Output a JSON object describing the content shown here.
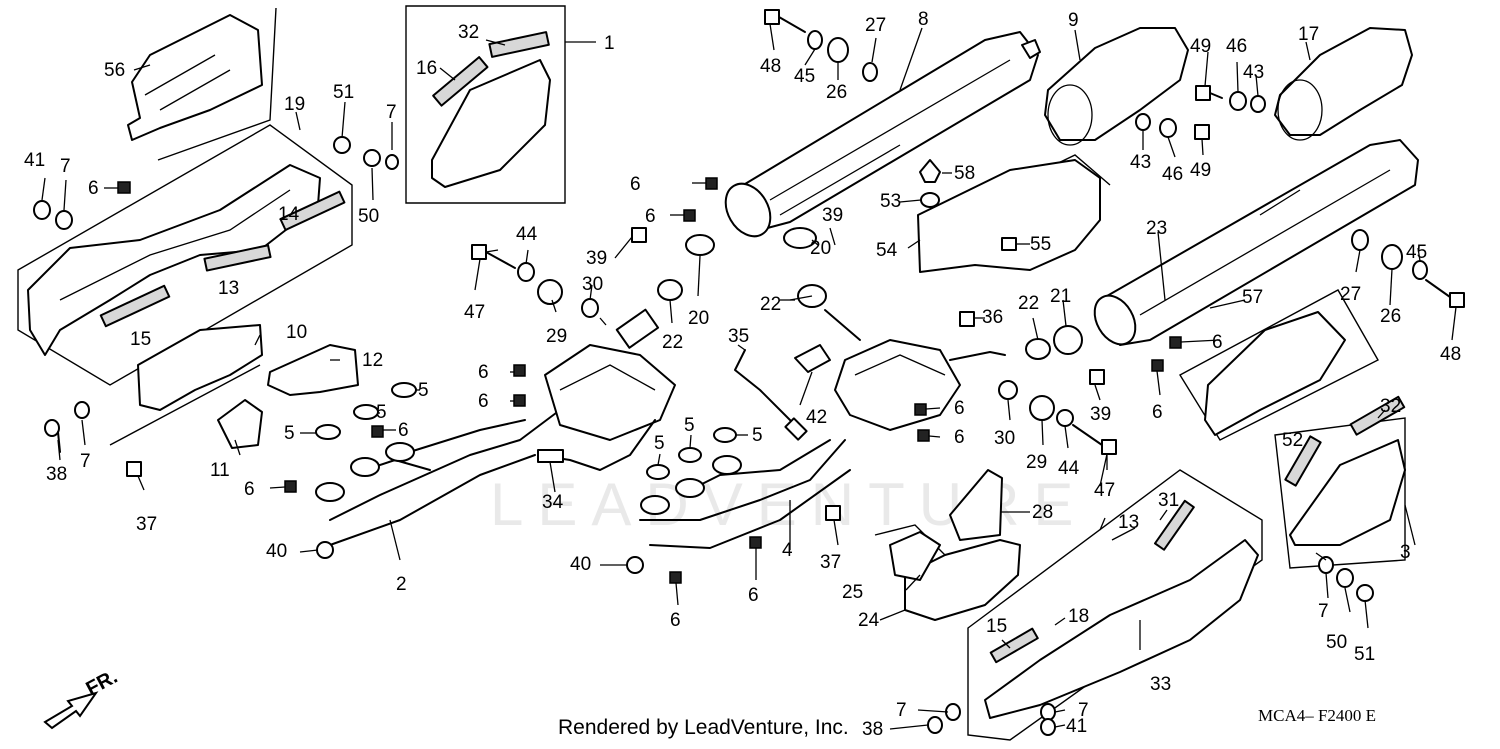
{
  "watermark": "LEADVENTURE",
  "footer": {
    "credit": "Rendered by LeadVenture, Inc.",
    "code": "MCA4–  F2400 E",
    "direction": "FR."
  },
  "callouts": [
    {
      "id": "c1",
      "label": "1"
    },
    {
      "id": "c2",
      "label": "2"
    },
    {
      "id": "c3",
      "label": "3"
    },
    {
      "id": "c4",
      "label": "4"
    },
    {
      "id": "c5a",
      "label": "5"
    },
    {
      "id": "c5b",
      "label": "5"
    },
    {
      "id": "c5c",
      "label": "5"
    },
    {
      "id": "c5d",
      "label": "5"
    },
    {
      "id": "c5e",
      "label": "5"
    },
    {
      "id": "c5f",
      "label": "5"
    },
    {
      "id": "c6a",
      "label": "6"
    },
    {
      "id": "c6b",
      "label": "6"
    },
    {
      "id": "c6c",
      "label": "6"
    },
    {
      "id": "c6d",
      "label": "6"
    },
    {
      "id": "c6e",
      "label": "6"
    },
    {
      "id": "c6f",
      "label": "6"
    },
    {
      "id": "c6g",
      "label": "6"
    },
    {
      "id": "c6h",
      "label": "6"
    },
    {
      "id": "c6i",
      "label": "6"
    },
    {
      "id": "c6j",
      "label": "6"
    },
    {
      "id": "c6k",
      "label": "6"
    },
    {
      "id": "c6l",
      "label": "6"
    },
    {
      "id": "c6m",
      "label": "6"
    },
    {
      "id": "c7a",
      "label": "7"
    },
    {
      "id": "c7b",
      "label": "7"
    },
    {
      "id": "c7c",
      "label": "7"
    },
    {
      "id": "c7d",
      "label": "7"
    },
    {
      "id": "c7e",
      "label": "7"
    },
    {
      "id": "c7f",
      "label": "7"
    },
    {
      "id": "c8",
      "label": "8"
    },
    {
      "id": "c9",
      "label": "9"
    },
    {
      "id": "c10",
      "label": "10"
    },
    {
      "id": "c11",
      "label": "11"
    },
    {
      "id": "c12",
      "label": "12"
    },
    {
      "id": "c13a",
      "label": "13"
    },
    {
      "id": "c13b",
      "label": "13"
    },
    {
      "id": "c14",
      "label": "14"
    },
    {
      "id": "c15a",
      "label": "15"
    },
    {
      "id": "c15b",
      "label": "15"
    },
    {
      "id": "c16",
      "label": "16"
    },
    {
      "id": "c17",
      "label": "17"
    },
    {
      "id": "c18",
      "label": "18"
    },
    {
      "id": "c19",
      "label": "19"
    },
    {
      "id": "c20a",
      "label": "20"
    },
    {
      "id": "c20b",
      "label": "20"
    },
    {
      "id": "c21",
      "label": "21"
    },
    {
      "id": "c22a",
      "label": "22"
    },
    {
      "id": "c22b",
      "label": "22"
    },
    {
      "id": "c22c",
      "label": "22"
    },
    {
      "id": "c23",
      "label": "23"
    },
    {
      "id": "c24",
      "label": "24"
    },
    {
      "id": "c25",
      "label": "25"
    },
    {
      "id": "c26a",
      "label": "26"
    },
    {
      "id": "c26b",
      "label": "26"
    },
    {
      "id": "c27a",
      "label": "27"
    },
    {
      "id": "c27b",
      "label": "27"
    },
    {
      "id": "c28",
      "label": "28"
    },
    {
      "id": "c29a",
      "label": "29"
    },
    {
      "id": "c29b",
      "label": "29"
    },
    {
      "id": "c30a",
      "label": "30"
    },
    {
      "id": "c30b",
      "label": "30"
    },
    {
      "id": "c31",
      "label": "31"
    },
    {
      "id": "c32a",
      "label": "32"
    },
    {
      "id": "c32b",
      "label": "32"
    },
    {
      "id": "c33",
      "label": "33"
    },
    {
      "id": "c34",
      "label": "34"
    },
    {
      "id": "c35",
      "label": "35"
    },
    {
      "id": "c36",
      "label": "36"
    },
    {
      "id": "c37a",
      "label": "37"
    },
    {
      "id": "c37b",
      "label": "37"
    },
    {
      "id": "c38a",
      "label": "38"
    },
    {
      "id": "c38b",
      "label": "38"
    },
    {
      "id": "c39a",
      "label": "39"
    },
    {
      "id": "c39b",
      "label": "39"
    },
    {
      "id": "c39c",
      "label": "39"
    },
    {
      "id": "c40a",
      "label": "40"
    },
    {
      "id": "c40b",
      "label": "40"
    },
    {
      "id": "c41a",
      "label": "41"
    },
    {
      "id": "c41b",
      "label": "41"
    },
    {
      "id": "c42",
      "label": "42"
    },
    {
      "id": "c43a",
      "label": "43"
    },
    {
      "id": "c43b",
      "label": "43"
    },
    {
      "id": "c44a",
      "label": "44"
    },
    {
      "id": "c44b",
      "label": "44"
    },
    {
      "id": "c45a",
      "label": "45"
    },
    {
      "id": "c45b",
      "label": "45"
    },
    {
      "id": "c46a",
      "label": "46"
    },
    {
      "id": "c46b",
      "label": "46"
    },
    {
      "id": "c47a",
      "label": "47"
    },
    {
      "id": "c47b",
      "label": "47"
    },
    {
      "id": "c48a",
      "label": "48"
    },
    {
      "id": "c48b",
      "label": "48"
    },
    {
      "id": "c49a",
      "label": "49"
    },
    {
      "id": "c49b",
      "label": "49"
    },
    {
      "id": "c50a",
      "label": "50"
    },
    {
      "id": "c50b",
      "label": "50"
    },
    {
      "id": "c51a",
      "label": "51"
    },
    {
      "id": "c51b",
      "label": "51"
    },
    {
      "id": "c52",
      "label": "52"
    },
    {
      "id": "c53",
      "label": "53"
    },
    {
      "id": "c54",
      "label": "54"
    },
    {
      "id": "c55",
      "label": "55"
    },
    {
      "id": "c56",
      "label": "56"
    },
    {
      "id": "c57",
      "label": "57"
    },
    {
      "id": "c58",
      "label": "58"
    }
  ]
}
